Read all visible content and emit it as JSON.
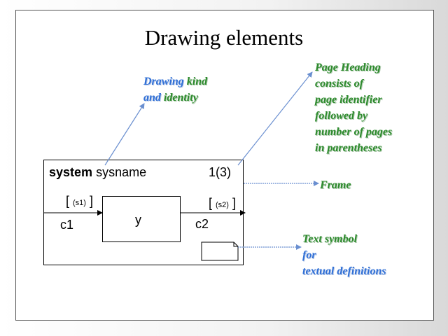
{
  "title": "Drawing elements",
  "frame": {
    "system_keyword": "system",
    "system_name": "sysname",
    "page_number": "1(3)"
  },
  "channels": {
    "c1": {
      "name": "c1",
      "signal": "(s1)"
    },
    "c2": {
      "name": "c2",
      "signal": "(s2)"
    }
  },
  "block": {
    "name": "y"
  },
  "text_symbol": {
    "content": "/*...*/"
  },
  "annotations": {
    "drawing_kind": {
      "lines": [
        [
          {
            "text": "Drawing ",
            "style": "b"
          },
          {
            "text": "kind",
            "style": "g"
          }
        ],
        [
          {
            "text": "and ",
            "style": "b"
          },
          {
            "text": "identity",
            "style": "g"
          }
        ]
      ]
    },
    "page_heading": {
      "lines": [
        [
          {
            "text": "Page Heading",
            "style": "g"
          }
        ],
        [
          {
            "text": "consists of",
            "style": "g"
          }
        ],
        [
          {
            "text": "page identifier",
            "style": "g"
          }
        ],
        [
          {
            "text": "followed by",
            "style": "g"
          }
        ],
        [
          {
            "text": "number of pages",
            "style": "g"
          }
        ],
        [
          {
            "text": "in parentheses",
            "style": "g"
          }
        ]
      ]
    },
    "frame": {
      "lines": [
        [
          {
            "text": "Frame",
            "style": "g"
          }
        ]
      ]
    },
    "text_symbol": {
      "lines": [
        [
          {
            "text": "Text symbol",
            "style": "g"
          }
        ],
        [
          {
            "text": "for",
            "style": "b"
          }
        ],
        [
          {
            "text": "textual definitions",
            "style": "b"
          }
        ]
      ]
    }
  },
  "colors": {
    "blue": "#2f6fd6",
    "green": "#2c8a2c",
    "arrow": "#6a8fd0"
  }
}
